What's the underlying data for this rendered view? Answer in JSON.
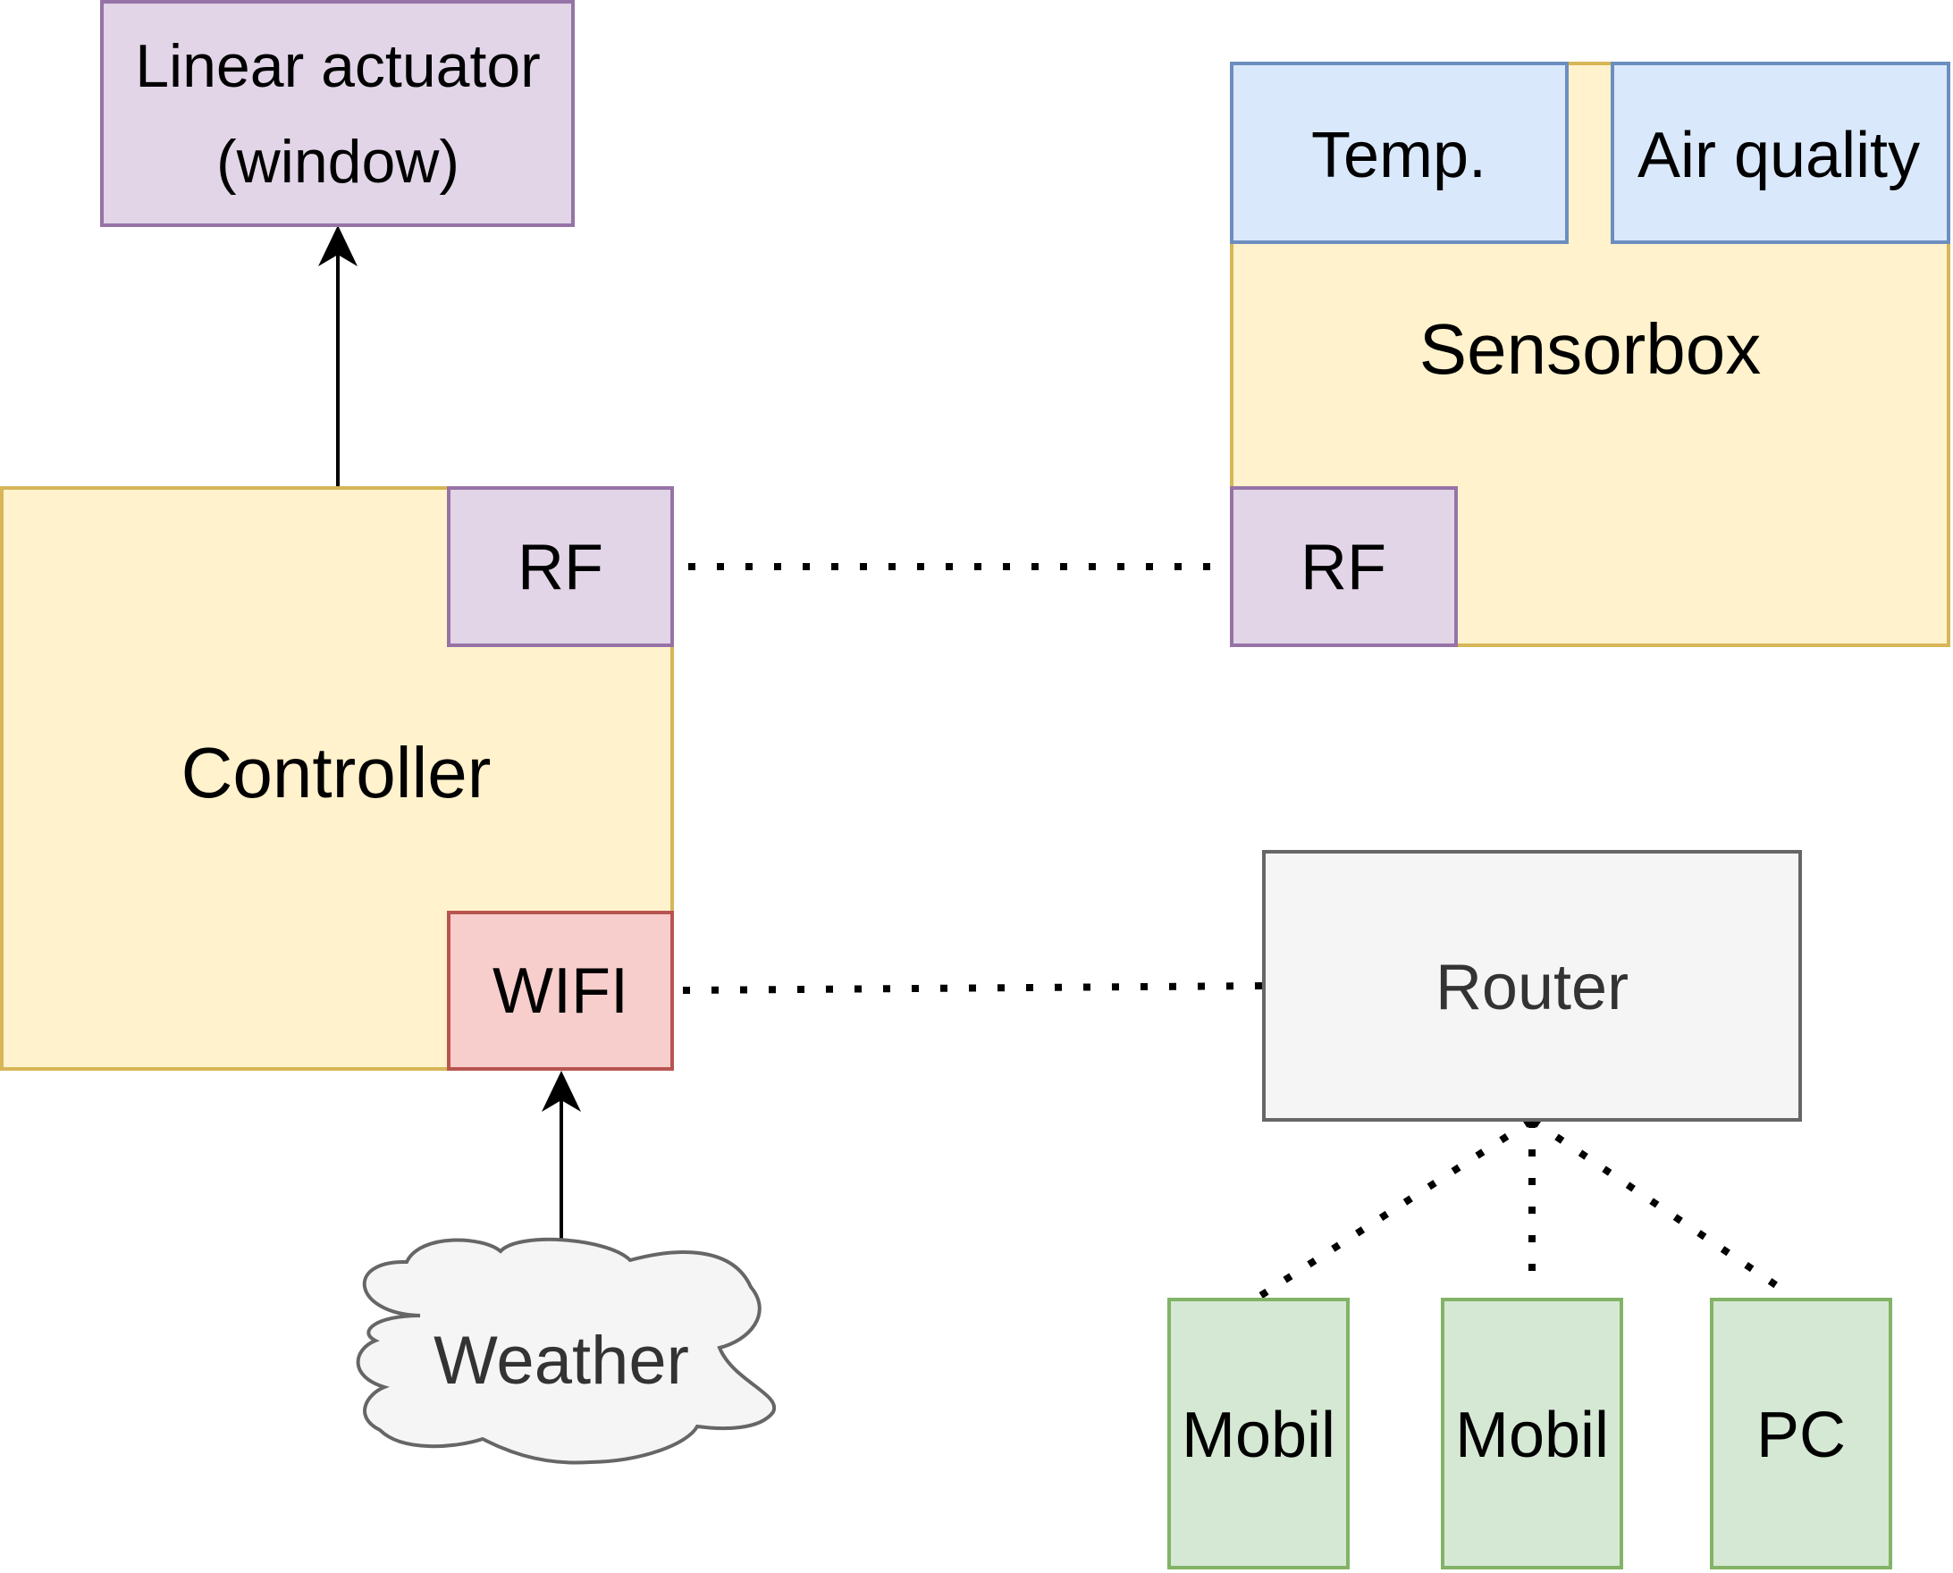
{
  "diagram": {
    "nodes": {
      "actuator": {
        "line1": "Linear actuator",
        "line2": "(window)"
      },
      "controller": {
        "label": "Controller"
      },
      "controller_rf": {
        "label": "RF"
      },
      "controller_wifi": {
        "label": "WIFI"
      },
      "weather": {
        "label": "Weather"
      },
      "sensorbox": {
        "label": "Sensorbox"
      },
      "temp": {
        "label": "Temp."
      },
      "air": {
        "label": "Air quality"
      },
      "sensorbox_rf": {
        "label": "RF"
      },
      "router": {
        "label": "Router"
      },
      "mobil1": {
        "label": "Mobil"
      },
      "mobil2": {
        "label": "Mobil"
      },
      "pc": {
        "label": "PC"
      }
    },
    "colors": {
      "yellow_fill": "#fff2cc",
      "yellow_stroke": "#d6b656",
      "purple_fill": "#e1d5e7",
      "purple_stroke": "#9673a6",
      "red_fill": "#f8cecc",
      "red_stroke": "#b85450",
      "blue_fill": "#dae8fc",
      "blue_stroke": "#6c8ebf",
      "gray_fill": "#f5f5f5",
      "gray_stroke": "#666666",
      "green_fill": "#d5e8d4",
      "green_stroke": "#82b366"
    }
  }
}
